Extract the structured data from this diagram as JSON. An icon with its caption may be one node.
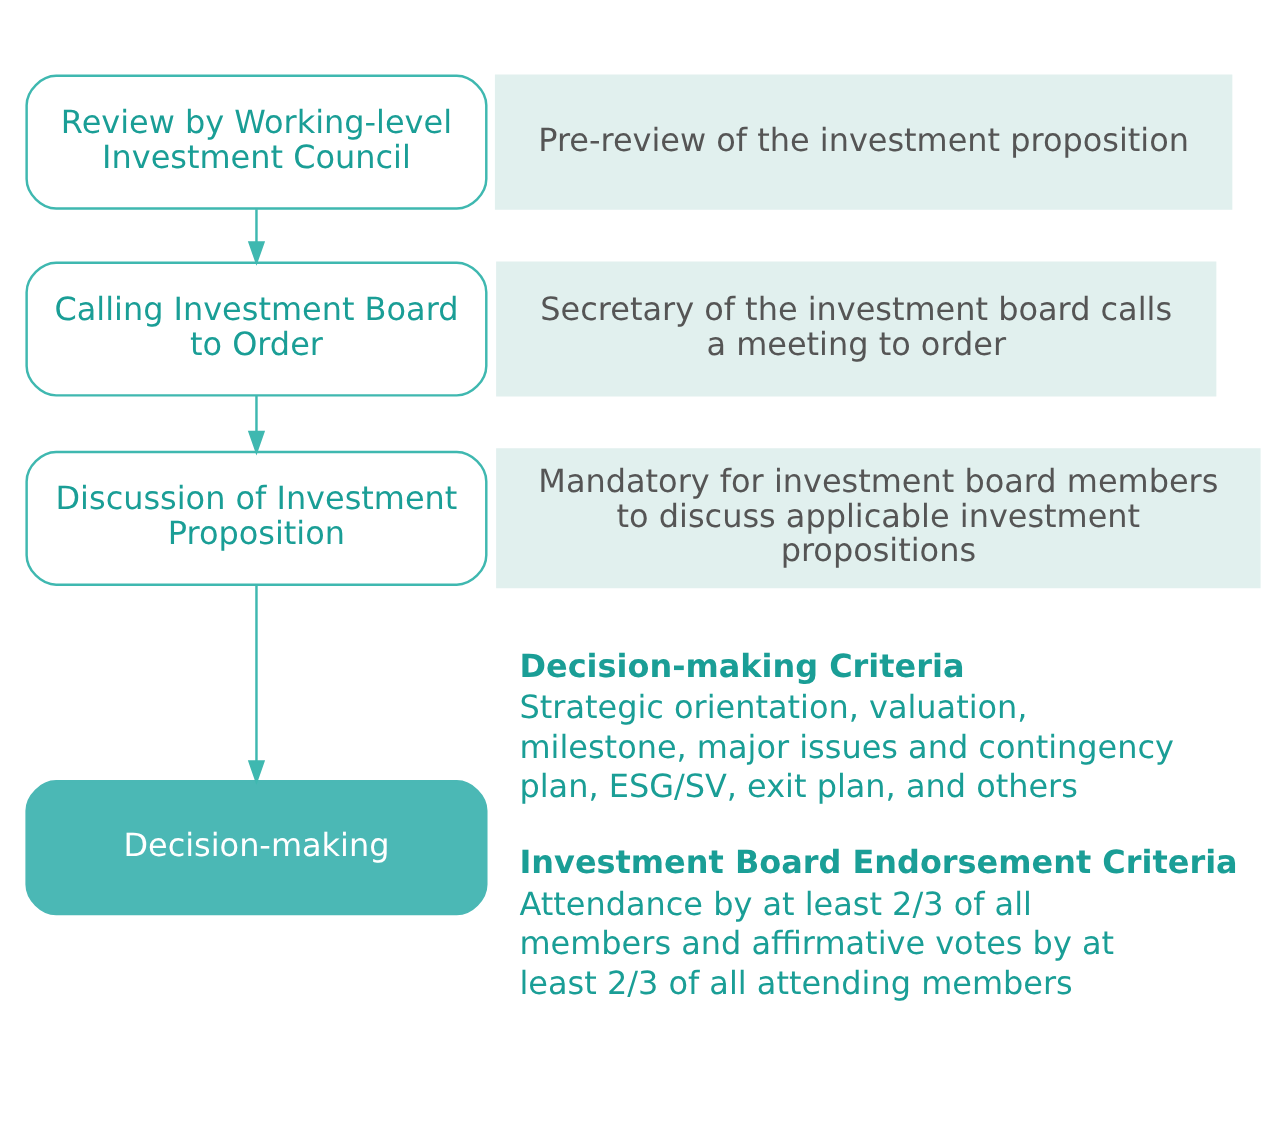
{
  "diagram": {
    "nodes": [
      {
        "text": [
          "Review by Working-level Investment Council"
        ]
      },
      {
        "text": [
          "Calling Investment Board to Order"
        ]
      },
      {
        "text": [
          "Discussion of Investment Proposition"
        ]
      },
      {
        "text": [
          "Decision-making"
        ],
        "beside": [
          "Decision-making Criteria",
          "Strategic orientation, valuation, milestone, major issues and contingency plan, ESG/SV, exit plan, and others",
          "Investment Board Endorsement Criteria",
          "Attendance by at least 2/3 of all members and affirmative votes by at least 2/3 of all attending members"
        ]
      },
      {
        "text": [
          "Pre-review of the investment proposition"
        ]
      },
      {
        "text": [
          "Secretary of the investment board calls a meeting to order"
        ]
      },
      {
        "text": [
          "Mandatory for investment board members to discuss applicable investment propositions"
        ]
      }
    ],
    "edges": [
      {
        "from": 0,
        "to": 1,
        "arrow": "to"
      },
      {
        "from": 1,
        "to": 2,
        "arrow": "to"
      },
      {
        "from": 2,
        "to": 3,
        "arrow": "to"
      }
    ]
  }
}
